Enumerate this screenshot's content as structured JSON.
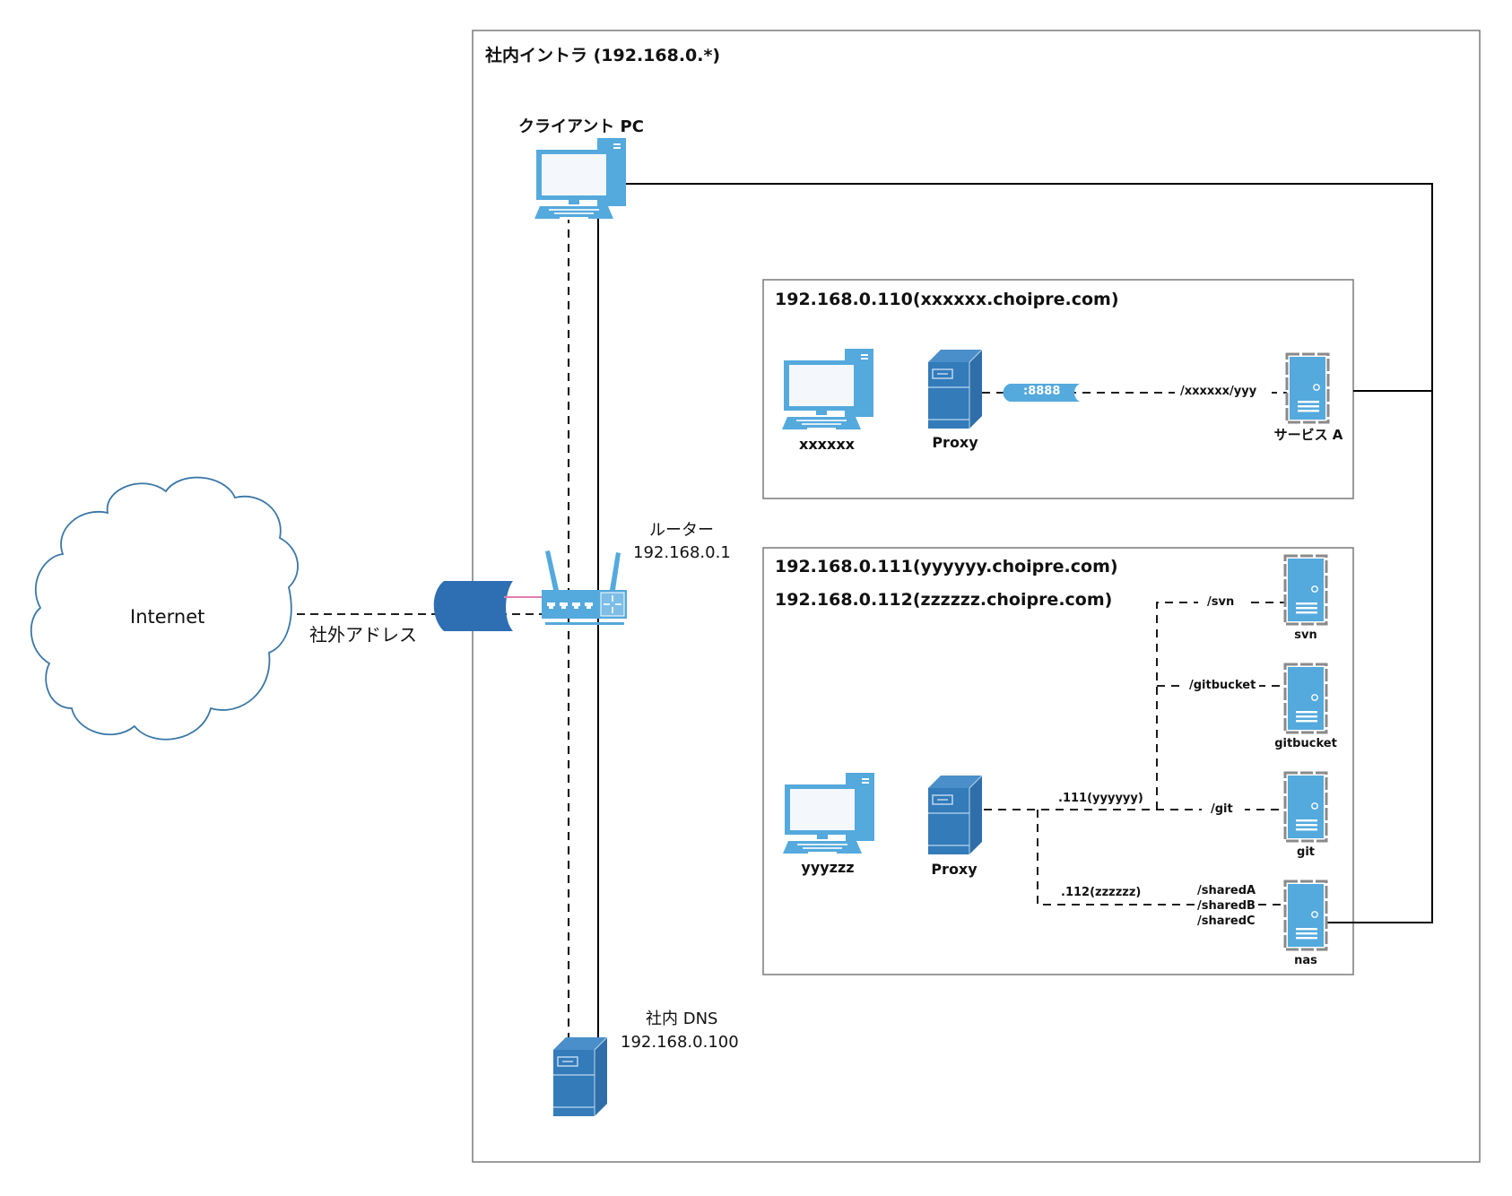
{
  "colors": {
    "device_light": "#54a9dd",
    "device_dark": "#337bb9",
    "cloud_stroke": "#3a77a6",
    "cylinder": "#2e6fb3",
    "pink_link": "#e37da9",
    "box_border": "#7a7a7a",
    "line": "#000000"
  },
  "intranet": {
    "title": "社内イントラ (192.168.0.*)"
  },
  "internet": {
    "label": "Internet",
    "external_address_label": "社外アドレス"
  },
  "client_pc": {
    "label": "クライアント PC",
    "icon": "desktop-pc-icon"
  },
  "router": {
    "name": "ルーター",
    "ip": "192.168.0.1",
    "icon": "wireless-router-icon"
  },
  "dns": {
    "name": "社内 DNS",
    "ip": "192.168.0.100",
    "icon": "server-tower-icon"
  },
  "host_110": {
    "title": "192.168.0.110(xxxxxx.choipre.com)",
    "pc_label": "xxxxxx",
    "proxy_label": "Proxy",
    "port_label": ":8888",
    "path_label": "/xxxxxx/yyy",
    "service_label": "サービス A"
  },
  "host_111_112": {
    "title_111": "192.168.0.111(yyyyyy.choipre.com)",
    "title_112": "192.168.0.112(zzzzzz.choipre.com)",
    "pc_label": "yyyzzz",
    "proxy_label": "Proxy",
    "branch_111": ".111(yyyyyy)",
    "branch_112": ".112(zzzzzz)",
    "routes": [
      {
        "path": "/svn",
        "server": "svn"
      },
      {
        "path": "/gitbucket",
        "server": "gitbucket"
      },
      {
        "path": "/git",
        "server": "git"
      }
    ],
    "nas_paths": [
      "/sharedA",
      "/sharedB",
      "/sharedC"
    ],
    "nas_server": "nas"
  }
}
